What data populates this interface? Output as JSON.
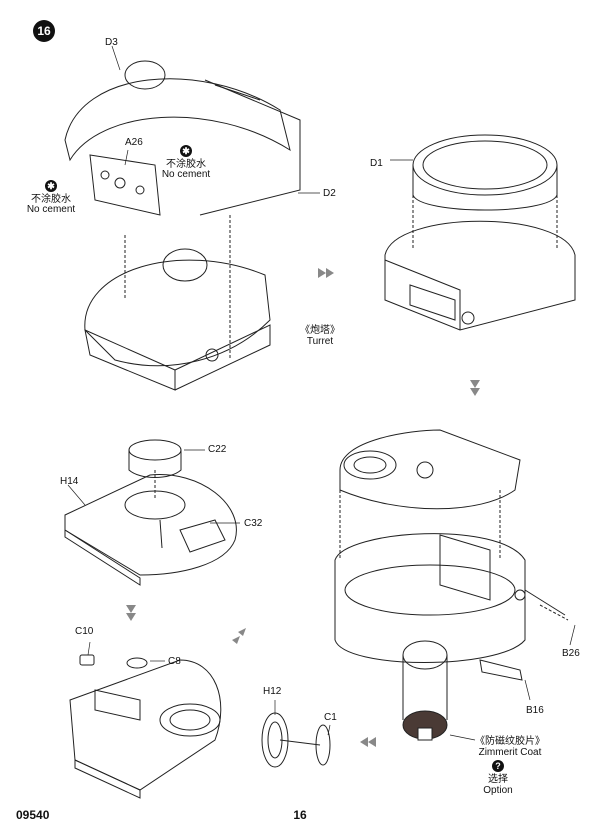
{
  "step_number": "16",
  "footer": {
    "kit_code": "09540",
    "page_number": "16"
  },
  "labels": {
    "d3": "D3",
    "a26": "A26",
    "d2": "D2",
    "d1": "D1",
    "c22": "C22",
    "h14": "H14",
    "c32": "C32",
    "c10": "C10",
    "c8": "C8",
    "h12": "H12",
    "c1": "C1",
    "b26": "B26",
    "b16": "B16"
  },
  "notes": {
    "no_cement_cn": "不涂胶水",
    "no_cement_en": "No cement",
    "turret_cn": "《炮塔》",
    "turret_en": "Turret",
    "zimmerit_cn": "《防磁纹胶片》",
    "zimmerit_en": "Zimmerit Coat",
    "option_cn": "选择",
    "option_en": "Option"
  },
  "icons": {
    "no_cement": "no-cement-icon",
    "option": "question-mark-icon",
    "arrow": "step-arrow-icon"
  }
}
